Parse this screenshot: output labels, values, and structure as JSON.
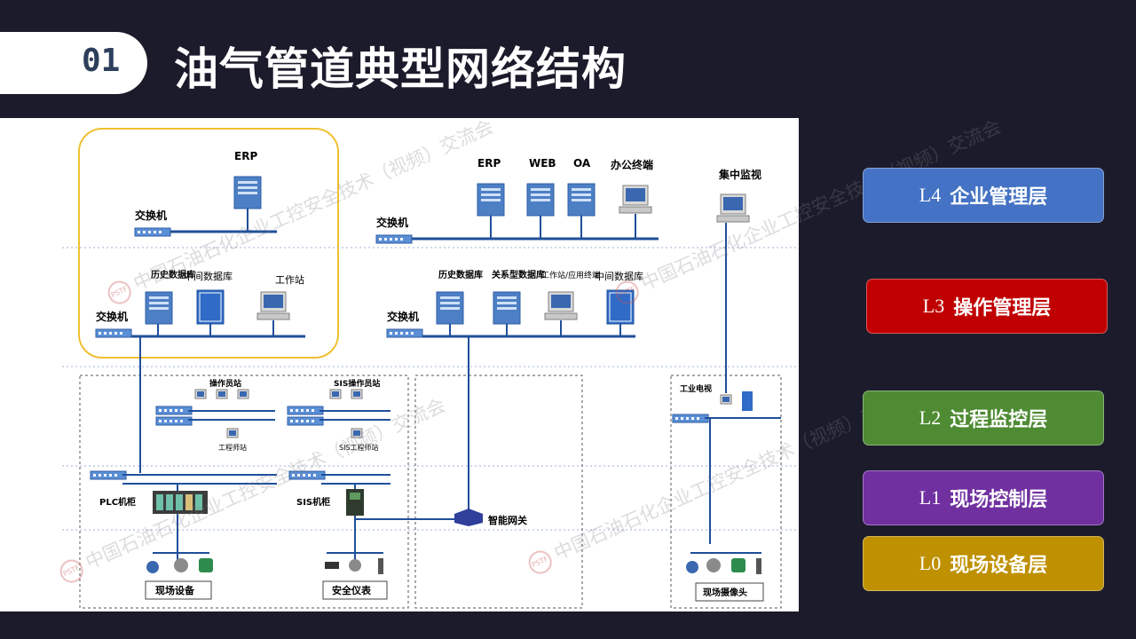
{
  "header": {
    "number": "01",
    "title": "油气管道典型网络结构"
  },
  "levels": [
    {
      "code": "L4"
    },
    {
      "code": "L3"
    },
    {
      "code": "L2"
    },
    {
      "code": "L1"
    },
    {
      "code": "L0"
    }
  ],
  "legend": [
    {
      "code": "L4",
      "name": "企业管理层",
      "color": "#4472c4"
    },
    {
      "code": "L3",
      "name": "操作管理层",
      "color": "#c00000"
    },
    {
      "code": "L2",
      "name": "过程监控层",
      "color": "#4e8b33"
    },
    {
      "code": "L1",
      "name": "现场控制层",
      "color": "#7030a0"
    },
    {
      "code": "L0",
      "name": "现场设备层",
      "color": "#bf9000"
    }
  ],
  "diagram": {
    "erp_left": "ERP",
    "switch": "交换机",
    "history_db": "历史数据库",
    "mid_db": "中间数据库",
    "workstation": "工作站",
    "erp_right": "ERP",
    "web": "WEB",
    "oa": "OA",
    "office_terminal": "办公终端",
    "central_monitor": "集中监视",
    "history_db2": "历史数据库",
    "relational_db": "关系型数据库",
    "ws_app": "工作站/应用终端",
    "mid_db2": "中间数据库",
    "operator_station": "操作员站",
    "sis_operator_station": "SIS操作员站",
    "eng_station": "工程师站",
    "sis_eng_station": "SIS工程师站",
    "industrial_tv": "工业电视",
    "plc_cabinet": "PLC机柜",
    "sis_cabinet": "SIS机柜",
    "smart_gateway": "智能网关",
    "field_device": "现场设备",
    "safety_instrument": "安全仪表",
    "field_camera": "现场摄像头"
  },
  "watermark": "中国石油石化企业工控安全技术（视频）交流会",
  "watermark_logo": "PSTF"
}
